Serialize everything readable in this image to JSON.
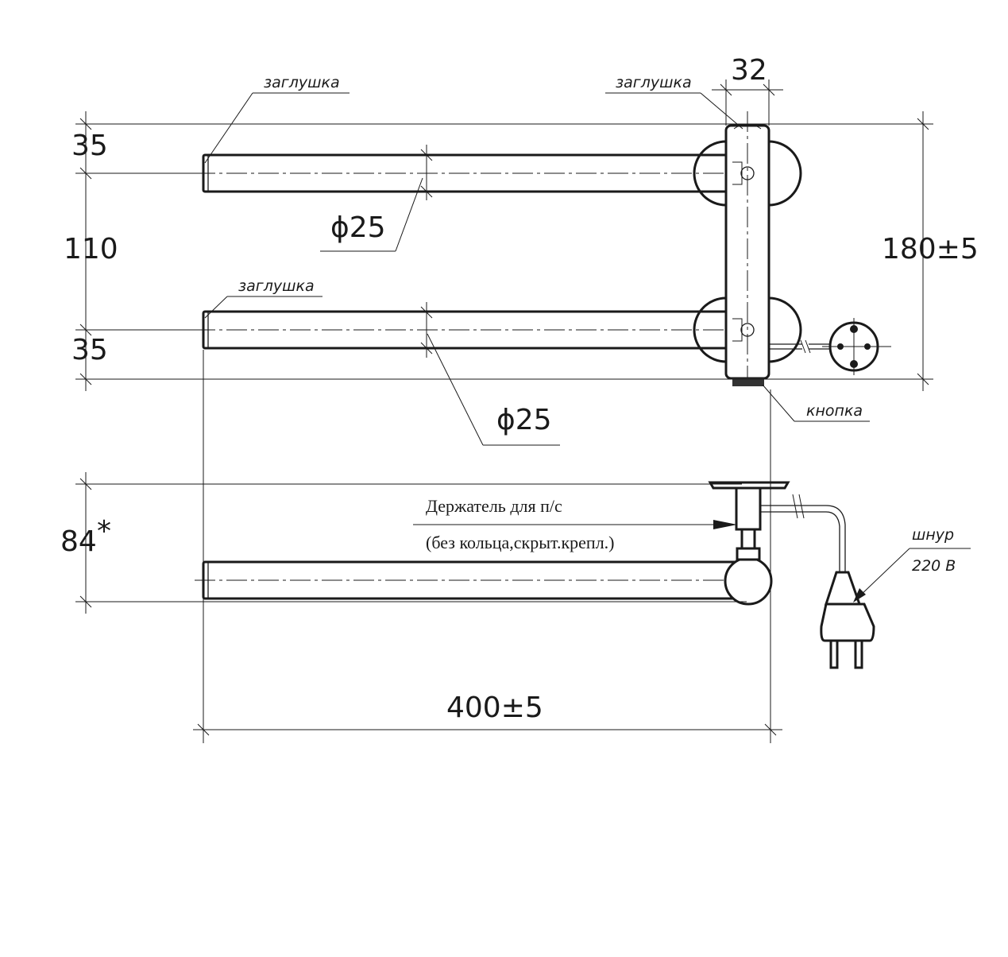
{
  "labels": {
    "plug_top_left": "заглушка",
    "plug_top_right": "заглушка",
    "plug_bottom_left": "заглушка",
    "button": "кнопка",
    "holder_line1": "Держатель для п/с",
    "holder_line2": "(без кольца,скрыт.крепл.)",
    "cord": "шнур",
    "voltage": "220 В"
  },
  "dimensions": {
    "top_offset": "35",
    "pitch": "110",
    "bottom_offset": "35",
    "diameter_top": "ϕ25",
    "diameter_bottom": "ϕ25",
    "collector_width": "32",
    "total_height": "180±5",
    "depth": "84",
    "depth_mark": "*",
    "total_width": "400±5"
  }
}
